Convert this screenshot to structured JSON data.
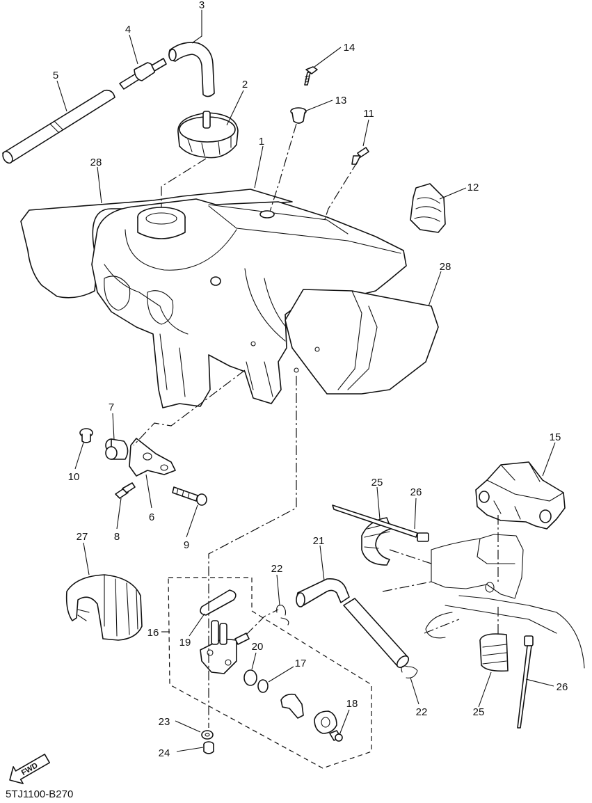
{
  "diagram_code": "5TJ1100-B270",
  "fwd_label": "FWD",
  "callouts": {
    "n1": "1",
    "n2": "2",
    "n3": "3",
    "n4": "4",
    "n5": "5",
    "n6": "6",
    "n7": "7",
    "n8": "8",
    "n9": "9",
    "n10": "10",
    "n11": "11",
    "n12": "12",
    "n13": "13",
    "n14": "14",
    "n15": "15",
    "n16": "16",
    "n17": "17",
    "n18": "18",
    "n19": "19",
    "n20": "20",
    "n21": "21",
    "n22a": "22",
    "n22b": "22",
    "n23": "23",
    "n24": "24",
    "n25a": "25",
    "n25b": "25",
    "n26a": "26",
    "n26b": "26",
    "n27": "27",
    "n28a": "28",
    "n28b": "28"
  }
}
